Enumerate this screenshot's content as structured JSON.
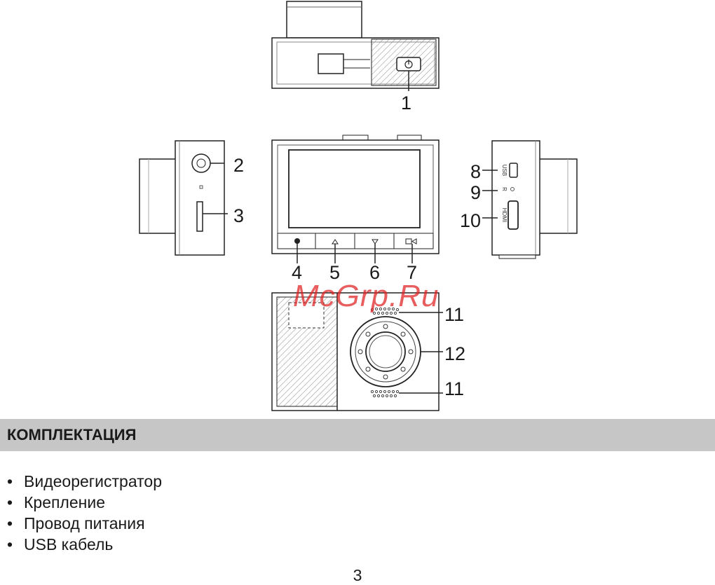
{
  "diagram": {
    "callouts": [
      "1",
      "2",
      "3",
      "4",
      "5",
      "6",
      "7",
      "8",
      "9",
      "10",
      "11",
      "12",
      "11"
    ],
    "port_labels": {
      "usb": "USB",
      "reset": "R",
      "hdmi": "HDMI"
    }
  },
  "watermark": "McGrp.Ru",
  "section": {
    "title": "КОМПЛЕКТАЦИЯ"
  },
  "kit": {
    "items": [
      "Видеорегистратор",
      "Крепление",
      "Провод питания",
      "USB кабель"
    ]
  },
  "page_number": "3"
}
